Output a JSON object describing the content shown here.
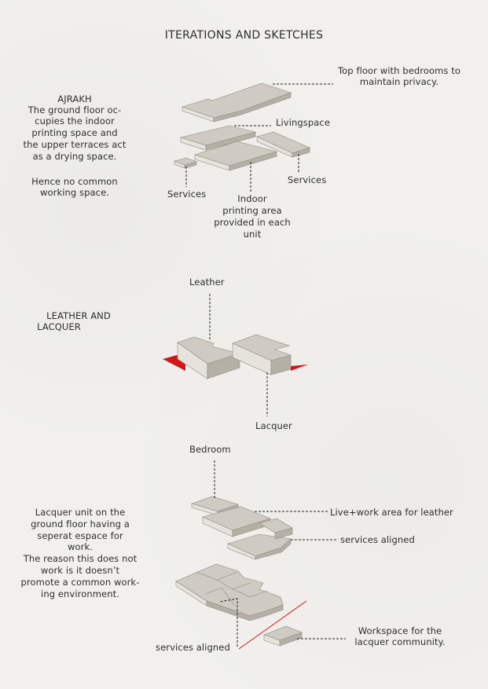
{
  "title": "ITERATIONS AND SKETCHES",
  "ajrakh": {
    "heading": "AJRAKH",
    "desc": [
      "The ground floor oc-",
      "cupies the indoor",
      "printing space and",
      "the upper terraces act",
      "as a drying space."
    ],
    "note": [
      "Hence no common",
      "working space."
    ],
    "labels": {
      "top_floor": [
        "Top floor with bedrooms to",
        "maintain privacy."
      ],
      "living": "Livingspace",
      "services_left": "Services",
      "services_right": "Services",
      "indoor": [
        "Indoor",
        "printing area",
        "provided in each",
        "unit"
      ]
    }
  },
  "leather_lacquer": {
    "heading": [
      "LEATHER AND",
      "LACQUER"
    ],
    "labels": {
      "leather": "Leather",
      "lacquer": "Lacquer"
    }
  },
  "lacquer_unit": {
    "desc": [
      "Lacquer unit on the",
      "ground floor having a",
      "seperat espace for",
      "work.",
      "The reason this does not",
      "work is it doesn’t",
      "promote a common work-",
      "ing environment."
    ],
    "labels": {
      "bedroom": "Bedroom",
      "live_work": "Live+work area for leather",
      "services_aligned_top": "services aligned",
      "services_aligned_bottom": "services aligned",
      "workspace": [
        "Workspace for the",
        "lacquer community."
      ]
    }
  },
  "colors": {
    "accent_red": "#d01818",
    "block_top": "#cfcbc2",
    "block_side": "#b9b4aa",
    "block_front": "#e4e1da"
  }
}
